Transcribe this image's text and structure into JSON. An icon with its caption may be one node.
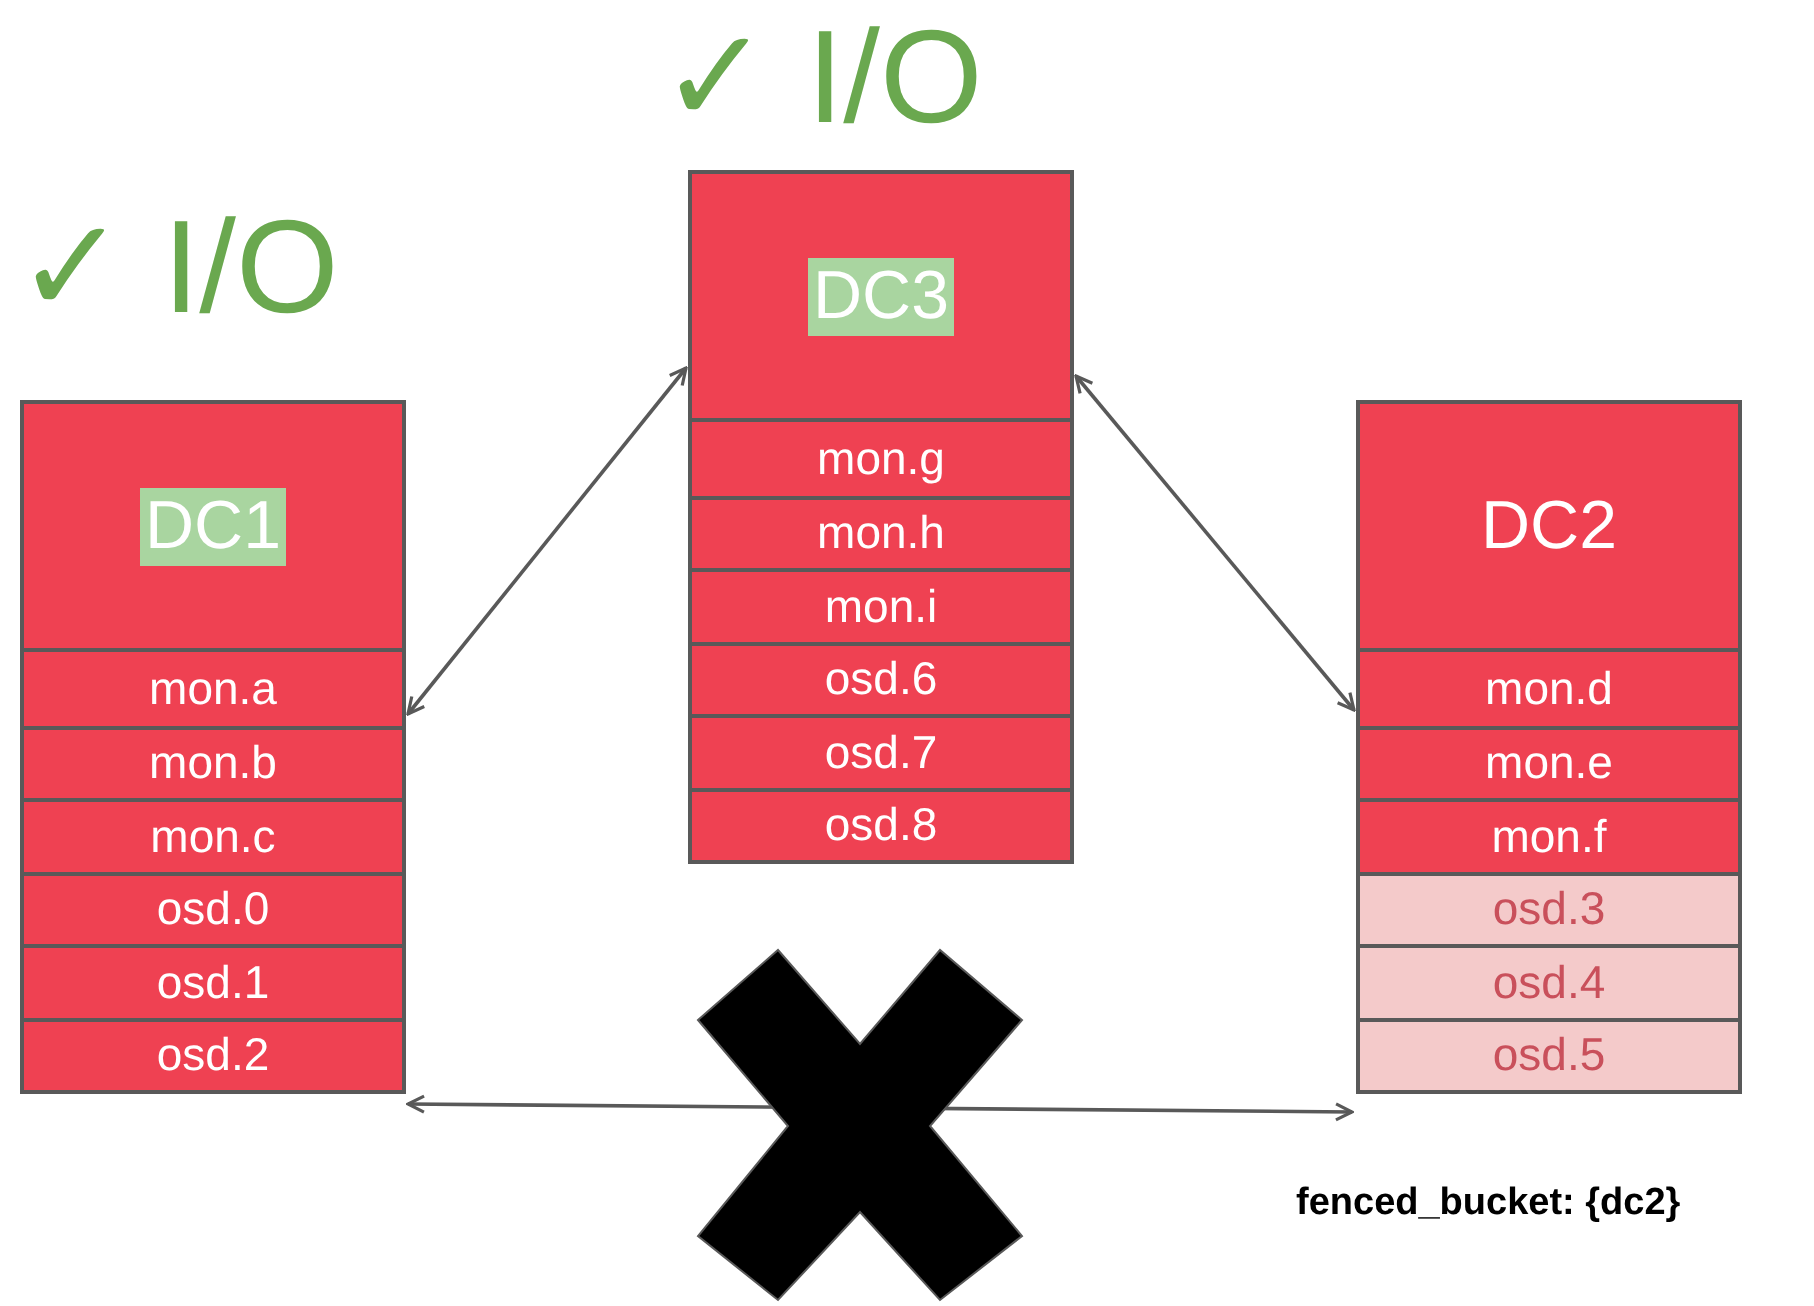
{
  "diagram": {
    "nodes": [
      {
        "text": [
          "DC1"
        ]
      },
      {
        "text": [
          "mon.a"
        ],
        "in": 0
      },
      {
        "text": [
          "mon.b"
        ],
        "in": 0
      },
      {
        "text": [
          "mon.c"
        ],
        "in": 0
      },
      {
        "text": [
          "osd.0"
        ],
        "in": 0
      },
      {
        "text": [
          "osd.1"
        ],
        "in": 0
      },
      {
        "text": [
          "osd.2"
        ],
        "in": 0
      },
      {
        "text": [
          "DC3"
        ]
      },
      {
        "text": [
          "mon.g"
        ],
        "in": 7
      },
      {
        "text": [
          "mon.h"
        ],
        "in": 7
      },
      {
        "text": [
          "mon.i"
        ],
        "in": 7
      },
      {
        "text": [
          "osd.6"
        ],
        "in": 7
      },
      {
        "text": [
          "osd.7"
        ],
        "in": 7
      },
      {
        "text": [
          "osd.8"
        ],
        "in": 7
      },
      {
        "text": [
          "DC2"
        ]
      },
      {
        "text": [
          "mon.d"
        ],
        "in": 14
      },
      {
        "text": [
          "mon.e"
        ],
        "in": 14
      },
      {
        "text": [
          "mon.f"
        ],
        "in": 14
      },
      {
        "text": [
          "osd.3"
        ],
        "in": 14
      },
      {
        "text": [
          "osd.4"
        ],
        "in": 14
      },
      {
        "text": [
          "osd.5"
        ],
        "in": 14
      }
    ],
    "edges": [
      {
        "from": 0,
        "to": 7,
        "arrow": "both"
      },
      {
        "from": 7,
        "to": 14,
        "arrow": "both"
      },
      {
        "from": 0,
        "to": 14,
        "arrow": "both"
      }
    ],
    "labels": [
      "✓ I/O",
      "✓ I/O",
      "fenced_bucket: {dc2}"
    ]
  }
}
